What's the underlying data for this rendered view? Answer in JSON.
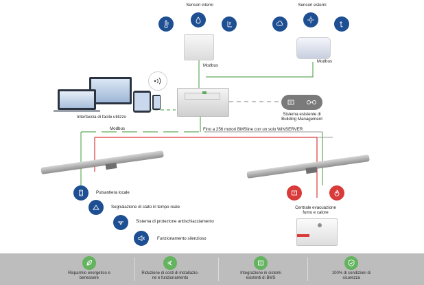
{
  "sensors_internal": {
    "title": "Sensori interni",
    "icons": [
      "thermometer-icon",
      "humidity-icon",
      "air-quality-icon"
    ]
  },
  "sensors_external": {
    "title": "Sensori esterni",
    "icons": [
      "weather-icon",
      "sun-wind-icon",
      "rain-icon"
    ]
  },
  "modbus_left": "Modbus",
  "modbus_right": "Modbus",
  "modbus_bus": "Modbus",
  "interface_label": "Interfaccia di facile utilizzo",
  "bms_label_line1": "Sistema esistente di",
  "bms_label_line2": "Building Management",
  "bus_caption": "Fino a 256 motori BMSline con un solo WINSERVER",
  "features": [
    {
      "icon": "push-button-icon",
      "label": "Pulsantiera locale"
    },
    {
      "icon": "signal-icon",
      "label": "Segnalazione di stato in tempo reale"
    },
    {
      "icon": "anti-crush-icon",
      "label": "Sistema di protezione antischiacciamento"
    },
    {
      "icon": "silent-icon",
      "label": "Funzionamento silenzioso"
    }
  ],
  "smoke_label_line1": "Centrale evacuazione",
  "smoke_label_line2": "fumo e calore",
  "footer": [
    {
      "icon": "leaf-icon",
      "line1": "Risparmio energetico e",
      "line2": "benessere"
    },
    {
      "icon": "euro-icon",
      "line1": "Riduzione di costi di installazio-",
      "line2": "ne e funzionamento"
    },
    {
      "icon": "integration-icon",
      "line1": "Integrazione in sistemi",
      "line2": "esistenti di BMS"
    },
    {
      "icon": "shield-check-icon",
      "line1": "100% di condizioni di",
      "line2": "sicurezza"
    }
  ],
  "colors": {
    "blue": "#1e4f93",
    "red": "#d93a3a",
    "green": "#63b35f",
    "footer_bg": "#bdbdbd",
    "dash": "#5faa5b"
  }
}
